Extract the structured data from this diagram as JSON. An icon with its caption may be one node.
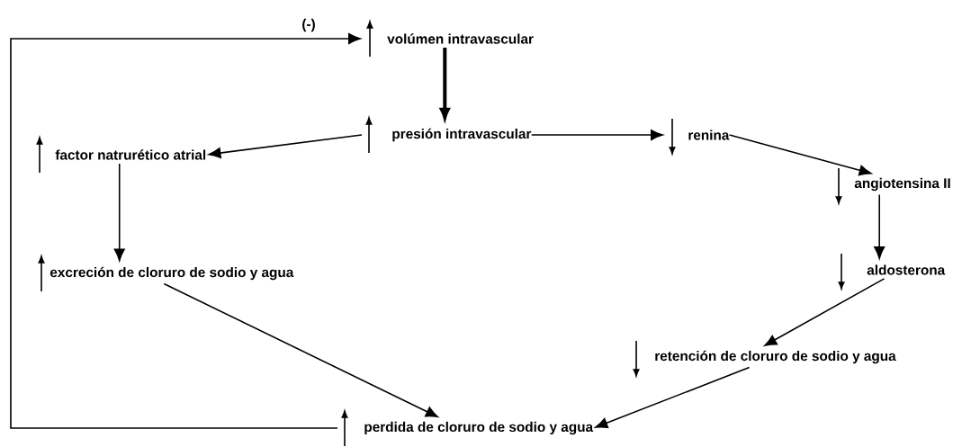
{
  "diagram": {
    "nodes": [
      {
        "text": [
          "volúmen intravascular"
        ]
      },
      {
        "text": [
          "presión intravascular"
        ]
      },
      {
        "text": [
          "factor natrurético atrial"
        ]
      },
      {
        "text": [
          "renina"
        ]
      },
      {
        "text": [
          "angiotensina II"
        ]
      },
      {
        "text": [
          "aldosterona"
        ]
      },
      {
        "text": [
          "excreción de cloruro de sodio y agua"
        ]
      },
      {
        "text": [
          "retención de cloruro de sodio y agua"
        ]
      },
      {
        "text": [
          "perdida de cloruro de sodio y agua"
        ]
      }
    ],
    "edges": [
      {
        "from": 0,
        "to": 1,
        "arrow": "to",
        "style": "thick"
      },
      {
        "from": 1,
        "to": 2,
        "arrow": "to"
      },
      {
        "from": 1,
        "to": 3,
        "arrow": "to"
      },
      {
        "from": 3,
        "to": 4,
        "arrow": "to"
      },
      {
        "from": 4,
        "to": 5,
        "arrow": "to"
      },
      {
        "from": 2,
        "to": 6,
        "arrow": "to"
      },
      {
        "from": 5,
        "to": 7,
        "arrow": "to"
      },
      {
        "from": 6,
        "to": 8,
        "arrow": "to"
      },
      {
        "from": 7,
        "to": 8,
        "arrow": "to"
      },
      {
        "from": 8,
        "to": 0,
        "arrow": "to",
        "label": "(-)"
      }
    ]
  }
}
